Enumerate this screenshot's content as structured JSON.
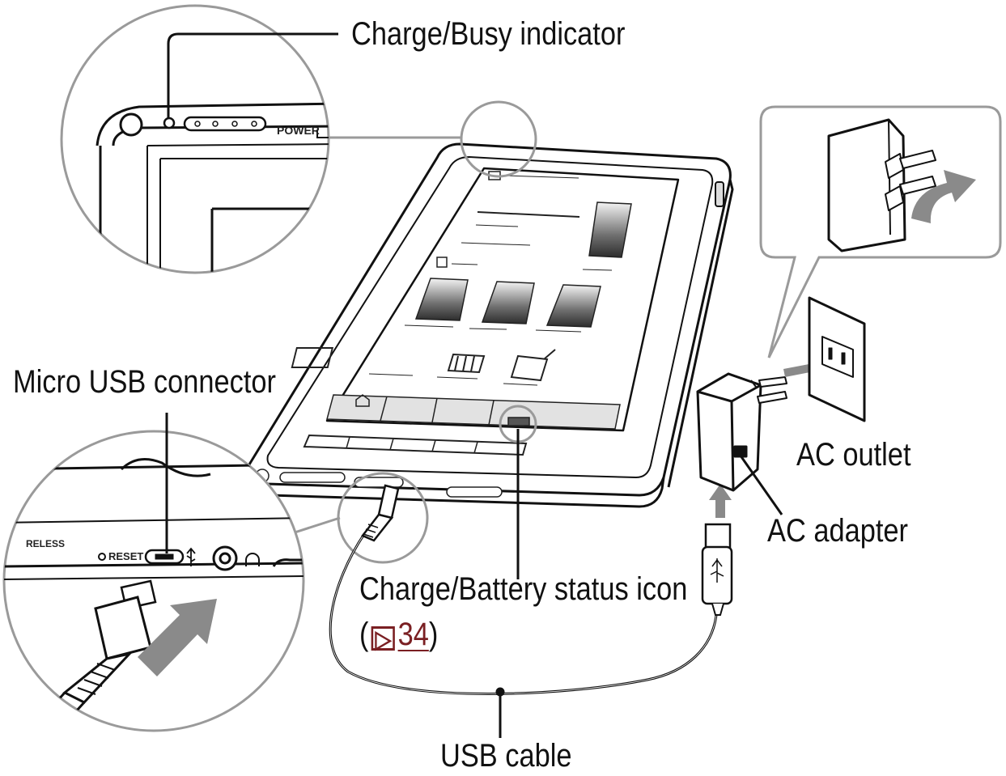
{
  "callouts": {
    "charge_busy_indicator": "Charge/Busy indicator",
    "micro_usb_connector": "Micro USB connector",
    "ac_outlet": "AC outlet",
    "ac_adapter": "AC adapter",
    "charge_battery_status_icon": "Charge/Battery status icon",
    "usb_cable": "USB cable"
  },
  "xref": {
    "open_paren": "(",
    "arrow_glyph": "▷",
    "page": "34",
    "close_paren": ")"
  },
  "device_labels": {
    "power": "POWER",
    "reset": "RESET",
    "wireless": "RELESS"
  },
  "icons": {
    "xref_arrow": "triangle-right-icon",
    "usb_symbol": "usb-icon",
    "headphone_symbol": "headphone-icon"
  },
  "colors": {
    "line": "#111111",
    "xref": "#7a1f22",
    "arrow": "#8a8a8a"
  }
}
